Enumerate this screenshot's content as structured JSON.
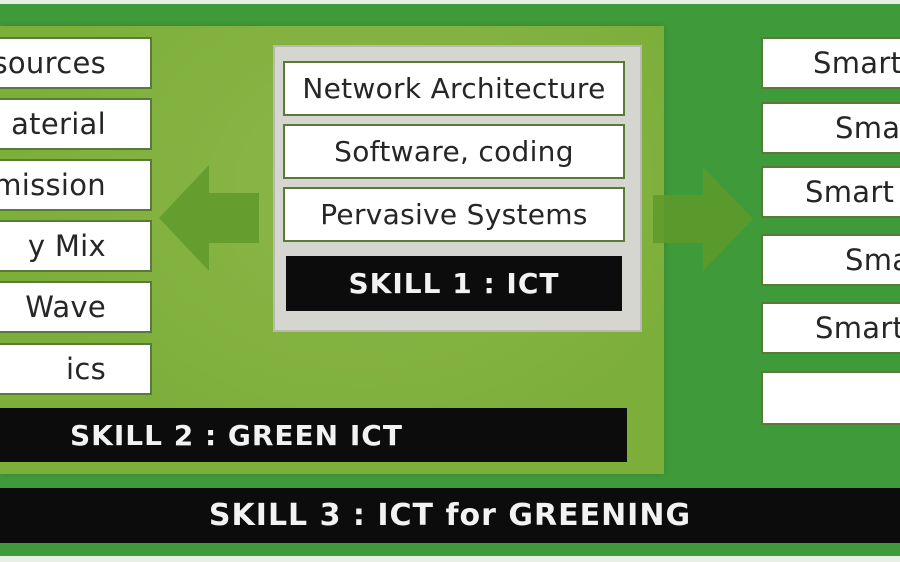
{
  "colors": {
    "background": "#3f9a3a",
    "green_panel": "#7cae3a",
    "ict_panel": "#d6d6d1",
    "arrow": "#5f9a2c",
    "bar": "#0c0c0c"
  },
  "left_items": [
    {
      "label": "sources"
    },
    {
      "label": "aterial"
    },
    {
      "label": "mission"
    },
    {
      "label": "y Mix"
    },
    {
      "label": "Wave"
    },
    {
      "label": "ics"
    }
  ],
  "ict_items": [
    {
      "label": "Network Architecture"
    },
    {
      "label": "Software, coding"
    },
    {
      "label": "Pervasive Systems"
    }
  ],
  "skill1": {
    "label": "SKILL 1 : ICT"
  },
  "skill2": {
    "label": "SKILL 2 : GREEN ICT"
  },
  "skill3": {
    "label": "SKILL 3 : ICT for GREENING"
  },
  "right_items": [
    {
      "label": "Smart"
    },
    {
      "label": "Sma"
    },
    {
      "label": "Smart"
    },
    {
      "label": "Sma"
    },
    {
      "label": "Smart"
    },
    {
      "label": ""
    }
  ],
  "icons": {
    "left_arrow": "arrow-left-icon",
    "right_arrow": "arrow-right-icon"
  }
}
